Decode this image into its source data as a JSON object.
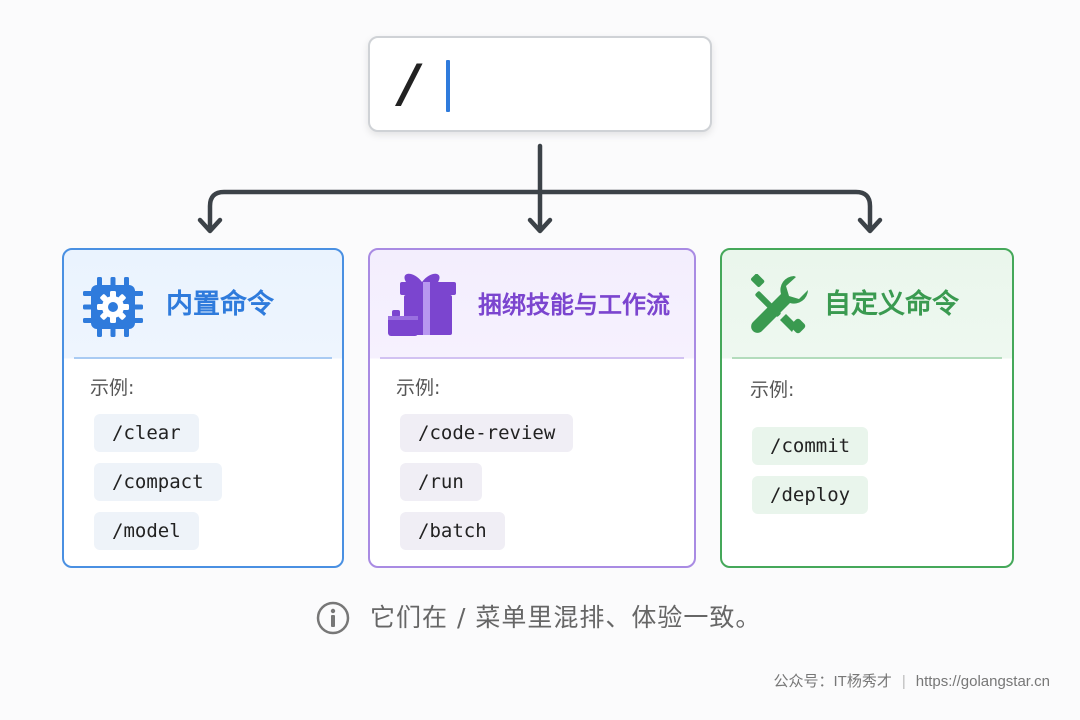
{
  "input": {
    "prompt_char": "/"
  },
  "colors": {
    "blue": "#2f7bdc",
    "purple": "#7b45cf",
    "green": "#3a9a50",
    "connector": "#3c4248"
  },
  "cards": [
    {
      "title": "内置命令",
      "icon": "cpu-gear-icon",
      "example_label": "示例:",
      "examples": [
        "/clear",
        "/compact",
        "/model"
      ]
    },
    {
      "title": "捆绑技能与工作流",
      "icon": "gift-box-icon",
      "example_label": "示例:",
      "examples": [
        "/code-review",
        "/run",
        "/batch"
      ]
    },
    {
      "title": "自定义命令",
      "icon": "wrench-screwdriver-icon",
      "example_label": "示例:",
      "examples": [
        "/commit",
        "/deploy"
      ]
    }
  ],
  "note": {
    "icon": "info-icon",
    "text": "它们在 / 菜单里混排、体验一致。"
  },
  "footer": {
    "account": "公众号：IT杨秀才",
    "separator": "|",
    "url": "https://golangstar.cn"
  }
}
